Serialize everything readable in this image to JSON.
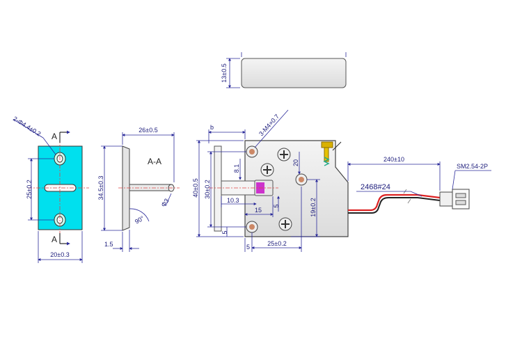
{
  "top_view": {
    "height_dim": "13±0.5"
  },
  "strike_plate": {
    "hole_note": "2-Φ4.4±0.2",
    "hole_pitch": "25±0.2",
    "width": "20±0.3",
    "section_mark_top": "A",
    "section_mark_bottom": "A"
  },
  "section_view": {
    "title": "A-A",
    "overall_width": "26±0.5",
    "height": "34.5±0.3",
    "pin_dia": "Φ3",
    "angle": "90°",
    "thickness": "1.5"
  },
  "lock_body": {
    "dim_b": "b",
    "screw_note": "3-M4×0.7",
    "height_40": "40±0.5",
    "height_30": "30±0.2",
    "dim_8_1": "8.1",
    "dim_20": "20",
    "dim_10_3": "10.3",
    "dim_15": "15",
    "dim_5_a": "5",
    "dim_5_b": "5",
    "dim_5_c": "5",
    "dim_19": "19±0.2",
    "width_25": "25±0.2",
    "colors": {
      "body_fill": "#ececec",
      "latch": "#cc33cc",
      "switch": "#d9b100",
      "spring": "#22aa88"
    }
  },
  "wire": {
    "length": "240±10",
    "gauge": "2468#24",
    "connector": "SM2.54-2P",
    "colors": {
      "red": "#dd2222",
      "black": "#222222"
    }
  },
  "plate_color": "#00e0ee"
}
